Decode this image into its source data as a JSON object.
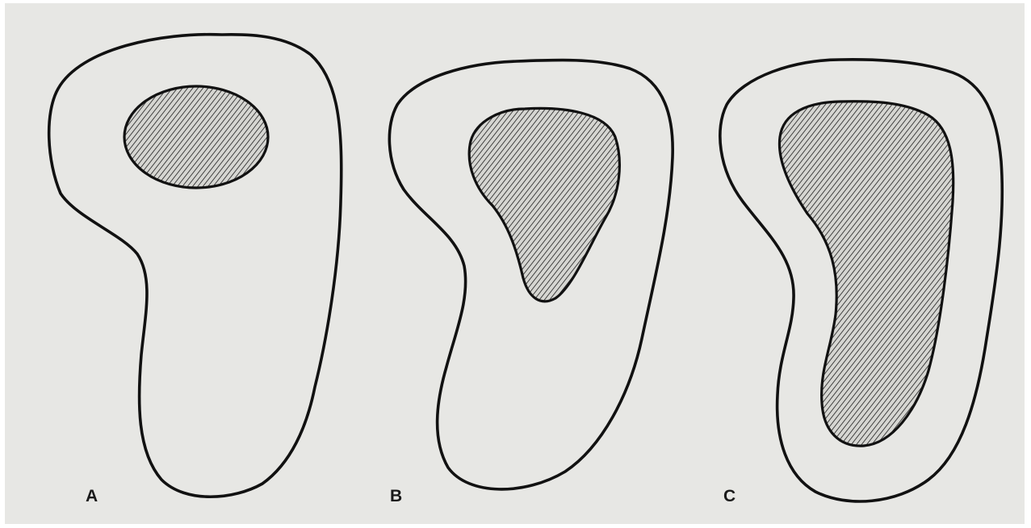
{
  "colors": {
    "paper": "#e7e7e4",
    "ink": "#111111",
    "hatch": "#1c1c1c",
    "hatch_background": "#d6d6d2"
  },
  "figures": [
    {
      "label": "A",
      "shape": "ear-shaped outline with small oval hatched region at top"
    },
    {
      "label": "B",
      "shape": "ear-shaped outline with medium triangular hatched region"
    },
    {
      "label": "C",
      "shape": "ear-shaped outline with large hatched region filling most of interior"
    }
  ]
}
